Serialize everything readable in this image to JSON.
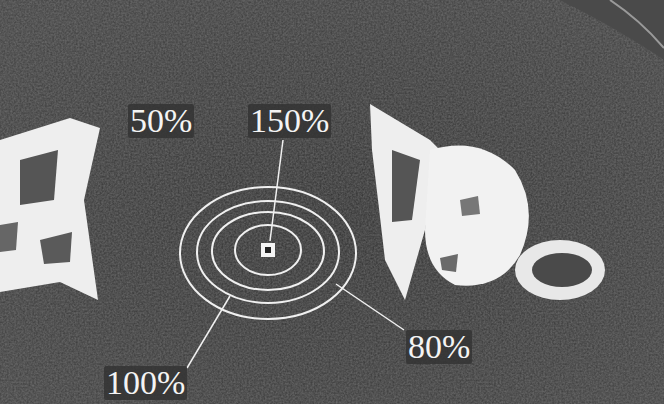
{
  "diagram": {
    "labels": [
      "50%",
      "150%",
      "80%",
      "100%"
    ]
  }
}
